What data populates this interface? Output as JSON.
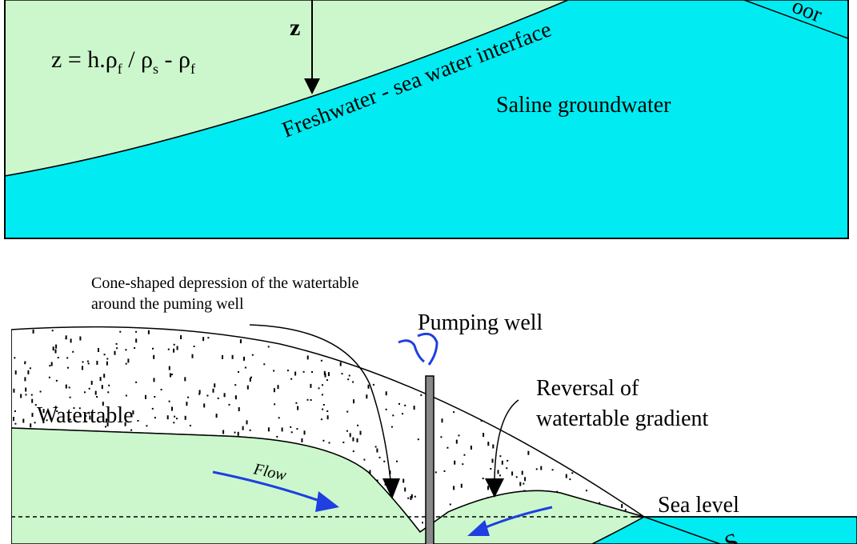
{
  "top_panel": {
    "equation": {
      "lhs": "z = h.ρ",
      "sub_f1": "f",
      "mid": " / ρ",
      "sub_s": "s",
      "minus": " - ρ",
      "sub_f2": "f"
    },
    "z_label": "z",
    "interface_label": "Freshwater - sea water interface",
    "saline_label": "Saline groundwater",
    "sea_floor_partial": "oor",
    "colors": {
      "fresh": "#ccf7cc",
      "saline": "#00ecf2"
    }
  },
  "bottom_panel": {
    "cone_note_line1": "Cone-shaped depression of the watertable",
    "cone_note_line2": "around the puming well",
    "pumping_well_label": "Pumping well",
    "reversal_line1": "Reversal of",
    "reversal_line2": "watertable gradient",
    "watertable_label": "Watertable",
    "flow_label": "Flow",
    "sea_level_label": "Sea level",
    "sea_partial": "S",
    "colors": {
      "fresh": "#ccf7cc",
      "saline": "#00ecf2",
      "arrow_blue": "#1f3fe0",
      "well": "#888888"
    }
  }
}
